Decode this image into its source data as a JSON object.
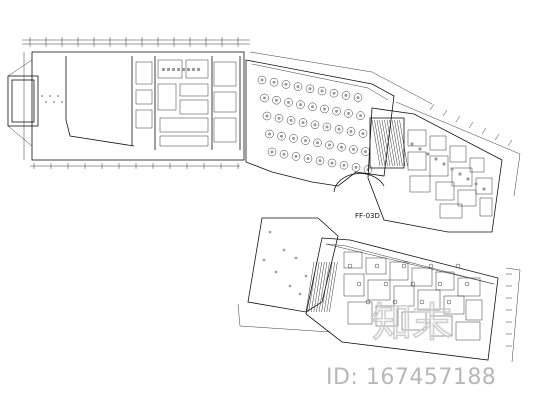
{
  "drawing": {
    "area_label": "FF-03D"
  },
  "watermark": {
    "brand": "知末",
    "id_text": "ID: 167457188"
  }
}
